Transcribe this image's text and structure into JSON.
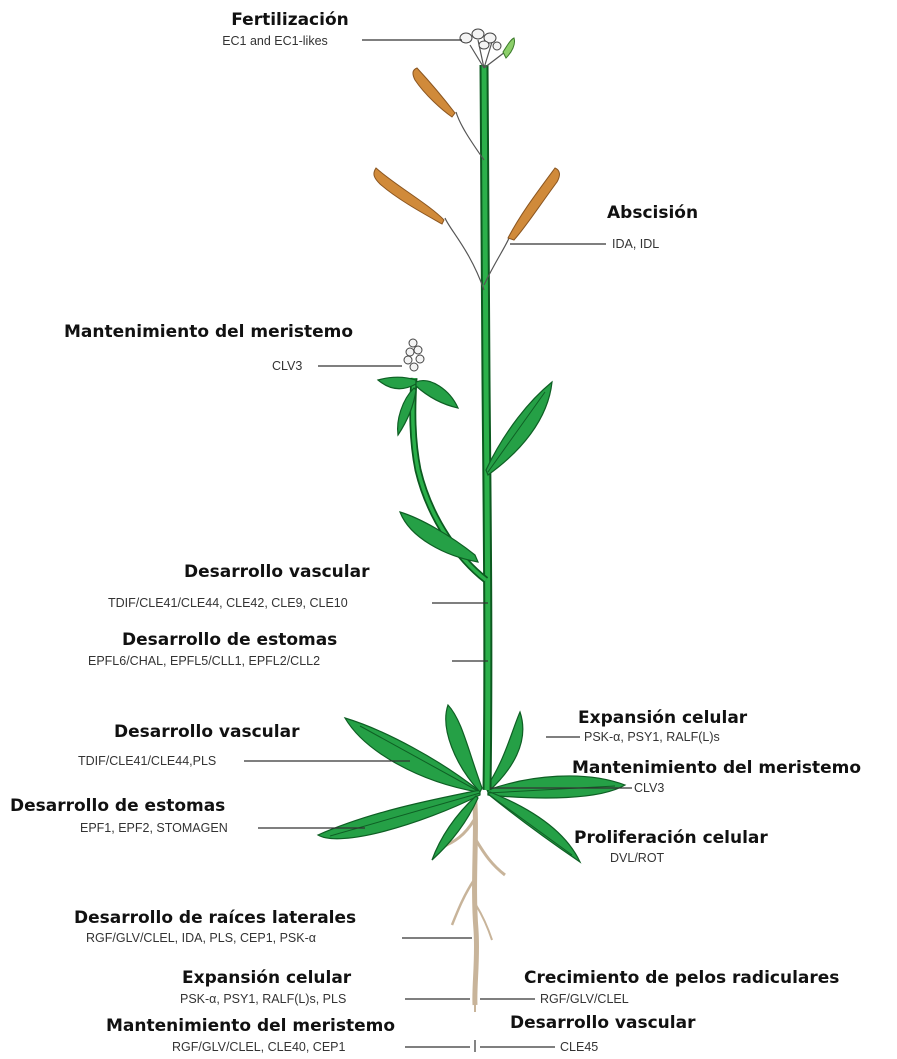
{
  "colors": {
    "stem": "#1e9a3c",
    "stem_outline": "#0c5a20",
    "leaf": "#25a046",
    "leaf_vein": "#0e5f24",
    "silique": "#d08a3a",
    "silique_outline": "#8a5520",
    "root": "#c8b49a",
    "root_outline": "#7a6a55",
    "leader_line": "#333333"
  },
  "labels": {
    "fert_title": "Fertilización",
    "fert_sub": "EC1 and EC1-likes",
    "absc_title": "Abscisión",
    "absc_sub": "IDA, IDL",
    "merist1_title": "Mantenimiento del meristemo",
    "merist1_sub": "CLV3",
    "vasc1_title": "Desarrollo vascular",
    "vasc1_sub": "TDIF/CLE41/CLE44, CLE42, CLE9, CLE10",
    "stom1_title": "Desarrollo de estomas",
    "stom1_sub": "EPFL6/CHAL, EPFL5/CLL1, EPFL2/CLL2",
    "vasc2_title": "Desarrollo vascular",
    "vasc2_sub": "TDIF/CLE41/CLE44,PLS",
    "stom2_title": "Desarrollo de estomas",
    "stom2_sub": "EPF1, EPF2, STOMAGEN",
    "exp1_title": "Expansión celular",
    "exp1_sub": "PSK-α, PSY1, RALF(L)s",
    "merist2_title": "Mantenimiento del meristemo",
    "merist2_sub": "CLV3",
    "prolif_title": "Proliferación celular",
    "prolif_sub": "DVL/ROT",
    "latroot_title": "Desarrollo de raíces laterales",
    "latroot_sub": "RGF/GLV/CLEL, IDA, PLS, CEP1, PSK-α",
    "exp2_title": "Expansión celular",
    "exp2_sub": "PSK-α, PSY1, RALF(L)s, PLS",
    "hair_title": "Crecimiento de pelos radiculares",
    "hair_sub": "RGF/GLV/CLEL",
    "merist3_title": "Mantenimiento del meristemo",
    "merist3_sub": "RGF/GLV/CLEL, CLE40, CEP1",
    "vasc3_title": "Desarrollo vascular",
    "vasc3_sub": "CLE45"
  }
}
